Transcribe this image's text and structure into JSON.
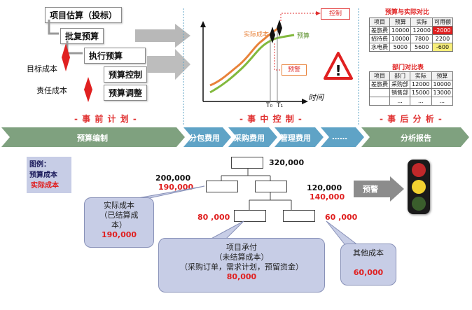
{
  "planning": {
    "step1": "项目估算（投标）",
    "step2": "批复预算",
    "step3": "执行预算",
    "step4": "预算控制",
    "step5": "预算调整",
    "side_label1": "目标成本",
    "side_label2": "责任成本"
  },
  "curve": {
    "actual_label": "实际成本",
    "budget_label": "预算",
    "control_label": "控制",
    "warning_label": "预警",
    "time_label": "时间",
    "t0": "T₀",
    "t1": "T₁"
  },
  "phases": {
    "before": "- 事 前 计 划 -",
    "during": "- 事 中 控 制 -",
    "after": "- 事 后 分 析 -"
  },
  "process_bar": {
    "budget": "预算编制",
    "subcontract": "分包费用",
    "purchase": "采购费用",
    "management": "管理费用",
    "more": "……",
    "report": "分析报告"
  },
  "analysis": {
    "table1_title": "预算与实际对比",
    "table1_header": [
      "项目",
      "预算",
      "实际",
      "可用额"
    ],
    "table1_rows": [
      [
        "差旅费",
        "10000",
        "12000",
        "-2000"
      ],
      [
        "招待费",
        "10000",
        "7800",
        "2200"
      ],
      [
        "水电费",
        "5000",
        "5600",
        "-600"
      ]
    ],
    "table2_title": "部门对比表",
    "table2_header": [
      "项目",
      "部门",
      "实际",
      "预算"
    ],
    "table2_rows": [
      [
        "差旅费",
        "采购部",
        "12000",
        "10000"
      ],
      [
        "",
        "销售部",
        "15000",
        "13000"
      ],
      [
        "",
        "...",
        "...",
        "..."
      ]
    ]
  },
  "legend": {
    "title": "图例：",
    "budget": "预算成本",
    "actual": "实际成本"
  },
  "tree": {
    "root_budget": "320,000",
    "left_budget": "200,000",
    "left_actual": "190,000",
    "right_budget": "120,000",
    "right_actual": "140,000",
    "mid_budget": "80 ,000",
    "other_budget": "60 ,000",
    "warning": "预警"
  },
  "callouts": {
    "actual_cost": [
      "实际成本",
      "（已结算成",
      "本）"
    ],
    "actual_cost_value": "190,000",
    "project_commit": [
      "项目承付",
      "（未结算成本）",
      "（采购订单，需求计划，预留资金）"
    ],
    "project_commit_value": "80,000",
    "other_cost": "其他成本",
    "other_cost_value": "60,000"
  },
  "colors": {
    "bar_green": "#7fa17f",
    "bar_blue": "#5fa3c6",
    "budget_line": "#82b93d",
    "actual_line": "#e8823a",
    "accent_red": "#e02020",
    "callout": "#c7cde6"
  }
}
